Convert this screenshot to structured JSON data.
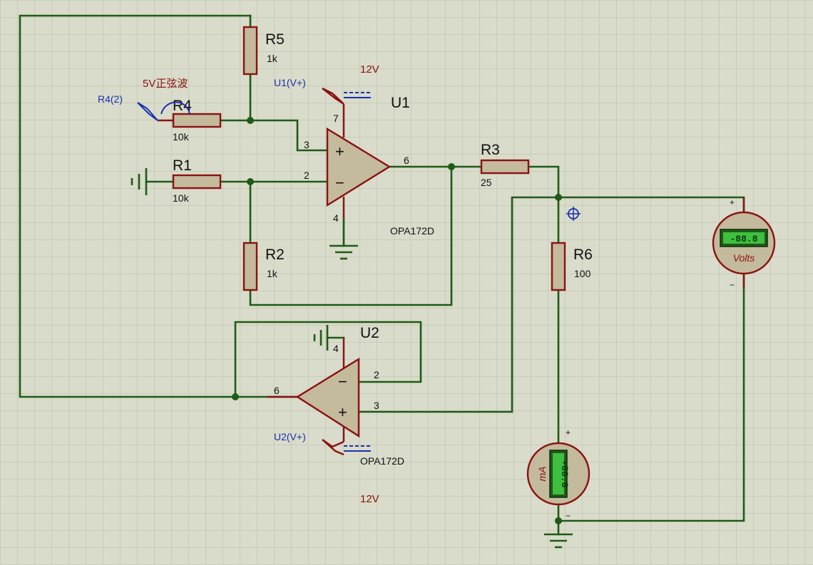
{
  "components": {
    "r5": {
      "ref": "R5",
      "value": "1k"
    },
    "r4": {
      "ref": "R4",
      "value": "10k"
    },
    "r1": {
      "ref": "R1",
      "value": "10k"
    },
    "r2": {
      "ref": "R2",
      "value": "1k"
    },
    "r3": {
      "ref": "R3",
      "value": "25"
    },
    "r6": {
      "ref": "R6",
      "value": "100"
    },
    "u1": {
      "ref": "U1",
      "part": "OPA172D"
    },
    "u2": {
      "ref": "U2",
      "part": "OPA172D"
    }
  },
  "labels": {
    "source": "5V正弦波",
    "r4_probe": "R4(2)",
    "u1_supply": "U1(V+)",
    "u2_supply": "U2(V+)",
    "u1_voltage": "12V",
    "u2_voltage": "12V"
  },
  "pins": {
    "u1_7": "7",
    "u1_3": "3",
    "u1_2": "2",
    "u1_6": "6",
    "u1_4": "4",
    "u2_4": "4",
    "u2_2": "2",
    "u2_3": "3",
    "u2_6": "6"
  },
  "opamp_signs": {
    "plus": "+",
    "minus": "−"
  },
  "meters": {
    "voltmeter": {
      "unit": "Volts",
      "display": "-88.8",
      "plus": "+",
      "minus": "−"
    },
    "ammeter": {
      "unit": "mA",
      "display": "+88.8",
      "plus": "+",
      "minus": "−"
    }
  }
}
